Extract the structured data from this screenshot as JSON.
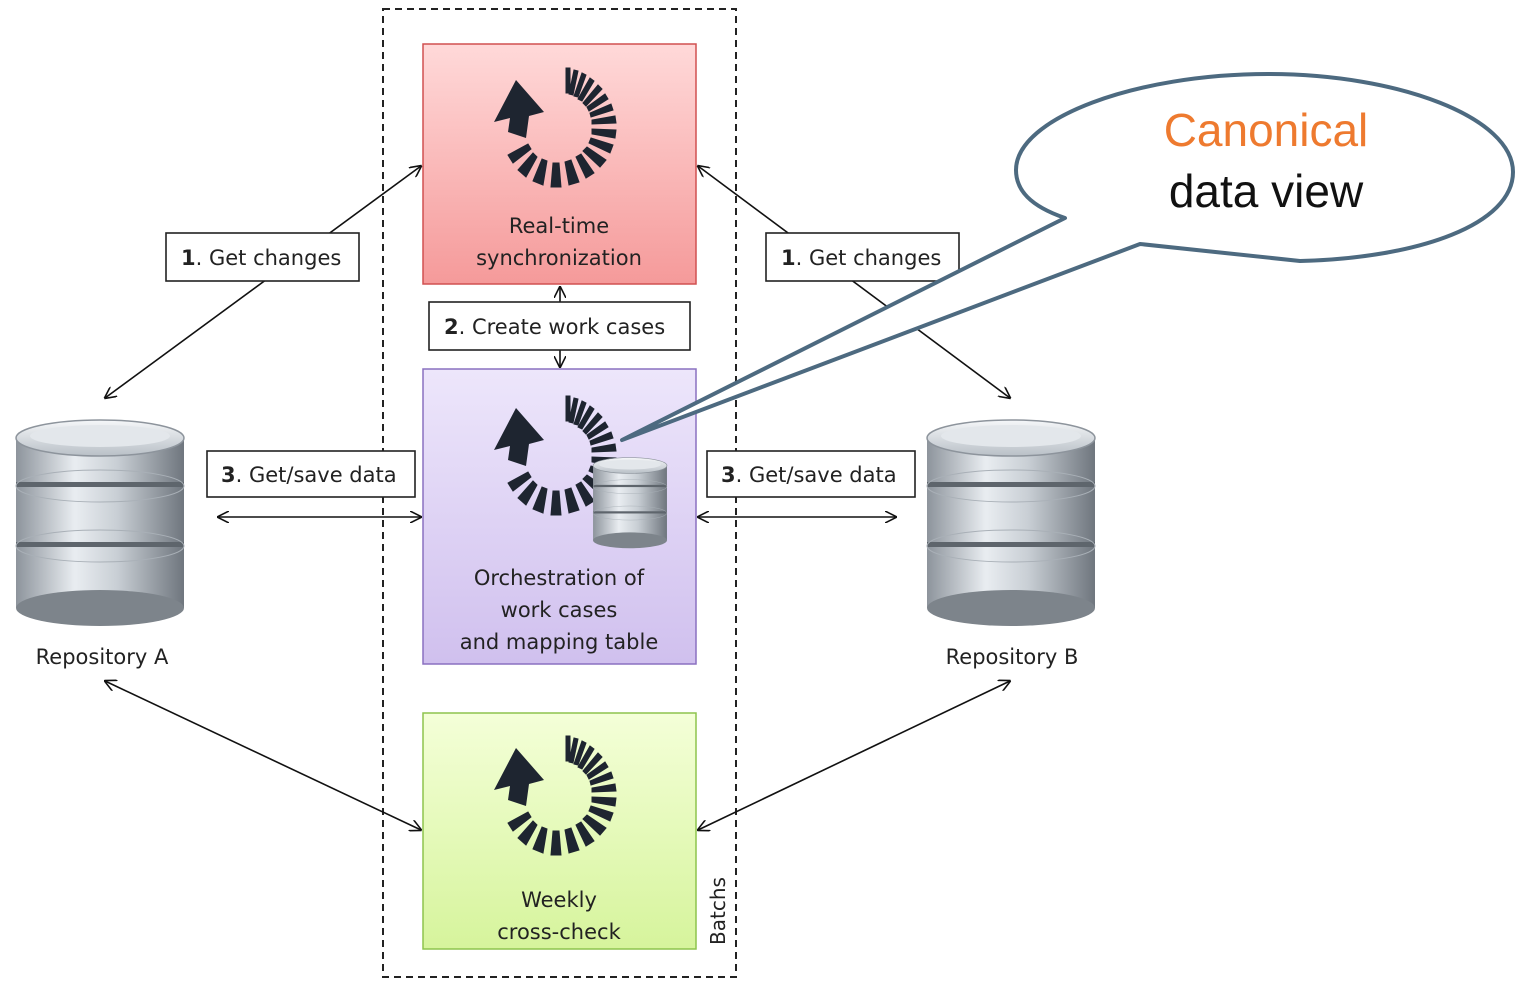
{
  "boxes": {
    "realtime": {
      "line1": "Real-time",
      "line2": "synchronization",
      "fill_top": "#ffd6d6",
      "fill_bottom": "#f59a9a",
      "border": "#d84a4a"
    },
    "orchestration": {
      "line1": "Orchestration of",
      "line2": "work cases",
      "line3": "and mapping table",
      "fill_top": "#ece4fa",
      "fill_bottom": "#d2c2ef",
      "border": "#8a6ec0"
    },
    "weekly": {
      "line1": "Weekly",
      "line2": "cross-check",
      "fill_top": "#f3ffd6",
      "fill_bottom": "#d8f5a0",
      "border": "#8bc34a"
    }
  },
  "labels": {
    "get_changes_left": {
      "num": "1",
      "text": ". Get changes"
    },
    "get_changes_right": {
      "num": "1",
      "text": ". Get changes"
    },
    "create_work_cases": {
      "num": "2",
      "text": ". Create work cases"
    },
    "get_save_left": {
      "num": "3",
      "text": ". Get/save data"
    },
    "get_save_right": {
      "num": "3",
      "text": ". Get/save data"
    }
  },
  "repositories": {
    "a": "Repository A",
    "b": "Repository B"
  },
  "batch_label": "Batchs",
  "callout": {
    "line1": "Canonical",
    "line2": "data view",
    "line1_color": "#ee7a2f",
    "line2_color": "#111111",
    "border_color": "#4d6a80"
  },
  "icons": {
    "sync": "circular-sync-arrow-icon",
    "database": "database-cylinder-icon"
  }
}
